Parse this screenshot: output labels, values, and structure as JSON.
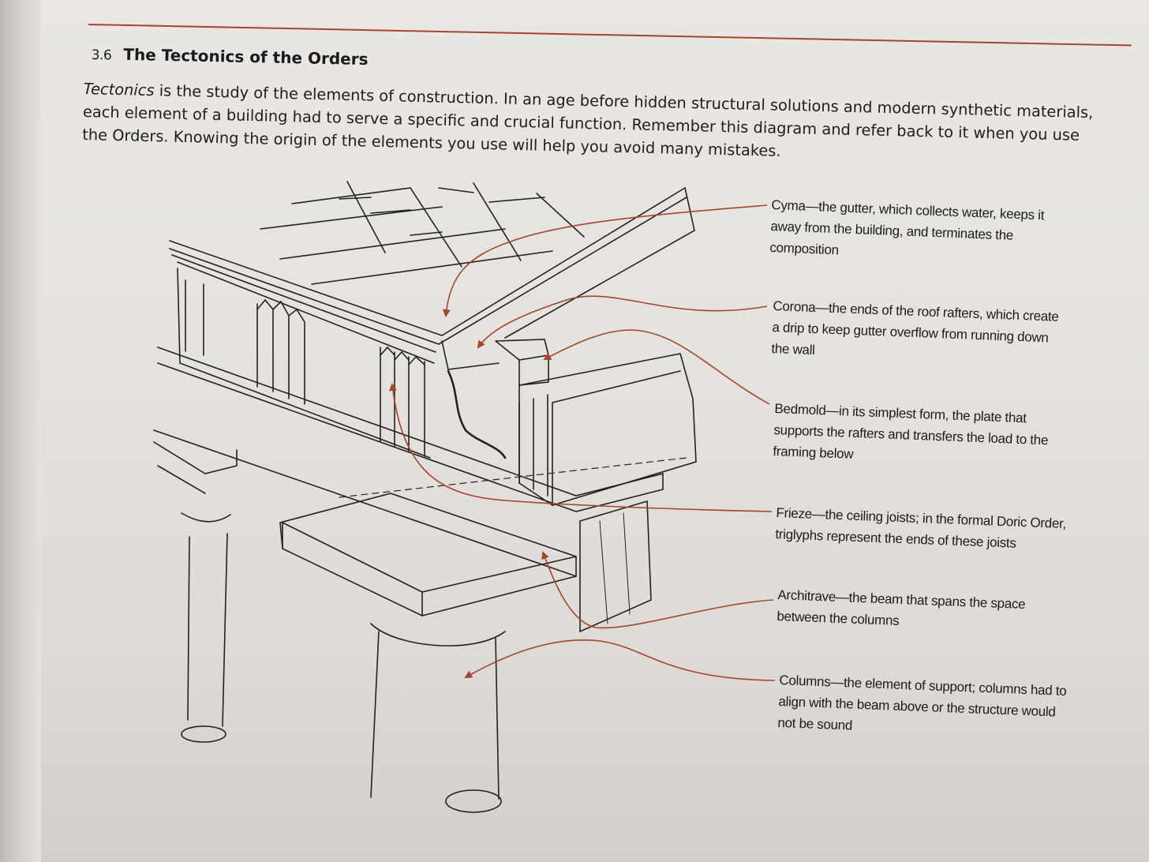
{
  "section": {
    "number": "3.6",
    "title": "The Tectonics of the Orders"
  },
  "intro": {
    "lead_word": "Tectonics",
    "line1_rest": " is the study of the elements of construction. In an age before hidden structural solutions and modern synthetic materials,",
    "line2": "each element of a building had to serve a specific and crucial function. Remember this diagram and refer back to it when you use",
    "line3": "the Orders. Knowing the origin of the elements you use will help you avoid many mistakes."
  },
  "labels": [
    {
      "term": "Cyma",
      "lines": [
        "Cyma—the gutter, which collects water, keeps it",
        "away from the building, and terminates the",
        "composition"
      ]
    },
    {
      "term": "Corona",
      "lines": [
        "Corona—the ends of the roof rafters, which create",
        "a drip to keep gutter overflow from running down",
        "the wall"
      ]
    },
    {
      "term": "Bedmold",
      "lines": [
        "Bedmold—in its simplest form, the plate that",
        "supports the rafters and transfers the load to the",
        "framing below"
      ]
    },
    {
      "term": "Frieze",
      "lines": [
        "Frieze—the ceiling joists; in the formal Doric Order,",
        "triglyphs represent the ends of these joists"
      ]
    },
    {
      "term": "Architrave",
      "lines": [
        "Architrave—the beam that spans the space",
        "between the columns"
      ]
    },
    {
      "term": "Columns",
      "lines": [
        "Columns—the element of support; columns had to",
        "align with the beam above or the structure would",
        "not be sound"
      ]
    }
  ],
  "colors": {
    "accent_red": "#a2472e",
    "ink": "#1c1c1c",
    "paper": "#e6e3e0"
  }
}
